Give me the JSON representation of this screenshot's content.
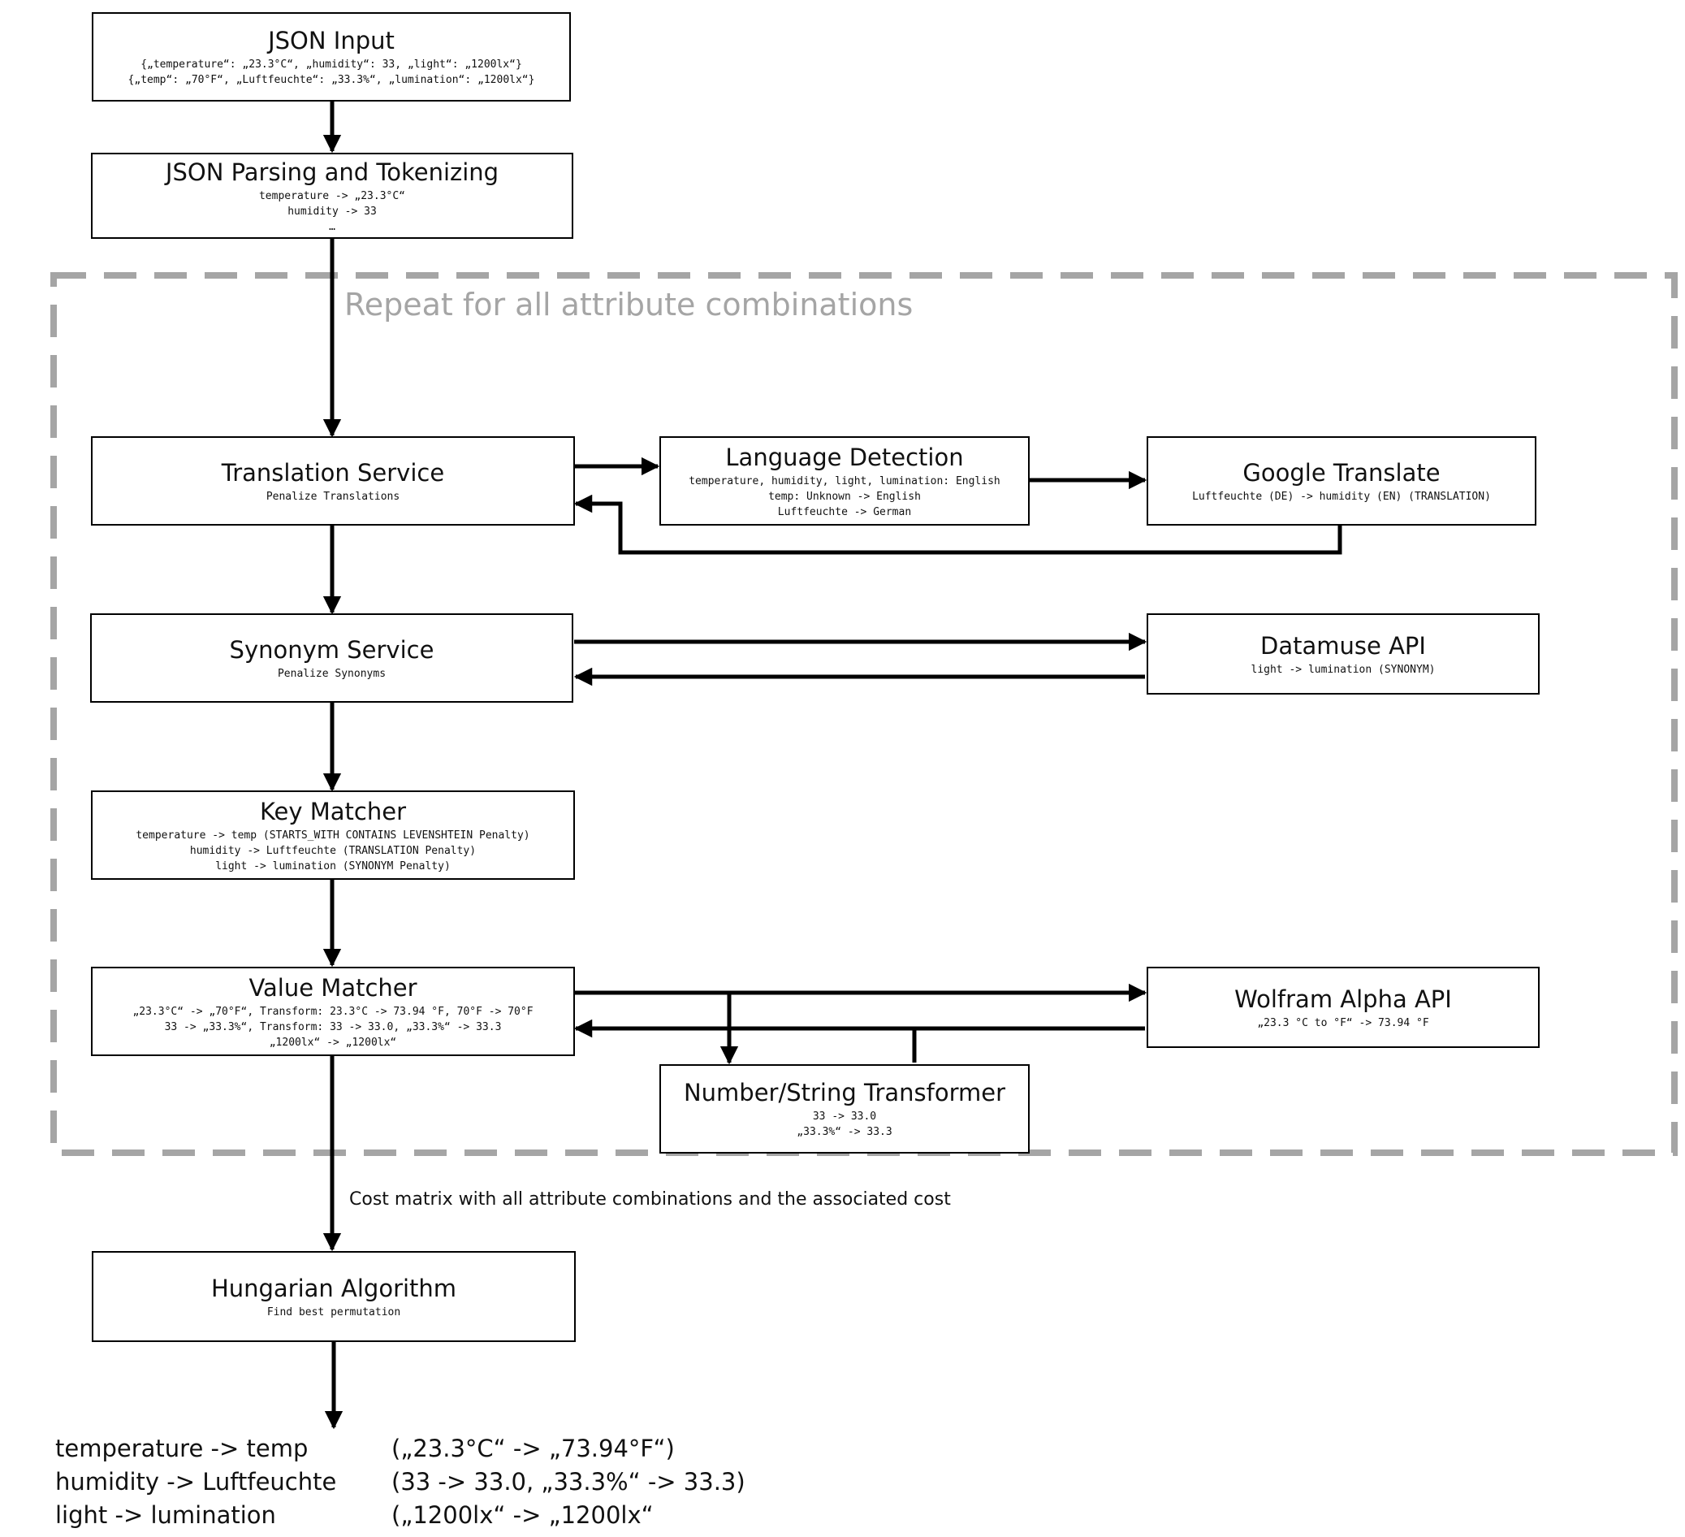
{
  "loop_label": "Repeat for all attribute combinations",
  "edge_label": "Cost matrix with all attribute combinations and the associated cost",
  "nodes": {
    "json_input": {
      "title": "JSON Input",
      "lines": [
        "{„temperature“: „23.3°C“, „humidity“: 33, „light“: „1200lx“}",
        "{„temp“: „70°F“, „Luftfeuchte“: „33.3%“, „lumination“: „1200lx“}"
      ]
    },
    "json_parsing": {
      "title": "JSON Parsing and Tokenizing",
      "lines": [
        "temperature -> „23.3°C“",
        "humidity -> 33",
        "…"
      ]
    },
    "translation_service": {
      "title": "Translation Service",
      "lines": [
        "Penalize Translations"
      ]
    },
    "language_detection": {
      "title": "Language Detection",
      "lines": [
        "temperature, humidity, light, lumination: English",
        "temp: Unknown -> English",
        "Luftfeuchte -> German"
      ]
    },
    "google_translate": {
      "title": "Google Translate",
      "lines": [
        "Luftfeuchte (DE) -> humidity (EN) (TRANSLATION)"
      ]
    },
    "synonym_service": {
      "title": "Synonym Service",
      "lines": [
        "Penalize Synonyms"
      ]
    },
    "datamuse_api": {
      "title": "Datamuse API",
      "lines": [
        "light -> lumination (SYNONYM)"
      ]
    },
    "key_matcher": {
      "title": "Key Matcher",
      "lines": [
        "temperature -> temp (STARTS_WITH CONTAINS LEVENSHTEIN Penalty)",
        "humidity -> Luftfeuchte (TRANSLATION Penalty)",
        "light -> lumination (SYNONYM Penalty)"
      ]
    },
    "value_matcher": {
      "title": "Value Matcher",
      "lines": [
        "„23.3°C“ -> „70°F“, Transform: 23.3°C -> 73.94 °F, 70°F -> 70°F",
        "33 -> „33.3%“, Transform: 33 -> 33.0, „33.3%“ -> 33.3",
        "„1200lx“ -> „1200lx“"
      ]
    },
    "wolfram_alpha": {
      "title": "Wolfram Alpha API",
      "lines": [
        "„23.3 °C to °F“ -> 73.94 °F"
      ]
    },
    "number_string_transformer": {
      "title": "Number/String Transformer",
      "lines": [
        "33 -> 33.0",
        "„33.3%“ -> 33.3"
      ]
    },
    "hungarian_algorithm": {
      "title": "Hungarian Algorithm",
      "lines": [
        "Find best permutation"
      ]
    }
  },
  "results": [
    {
      "mapping": "temperature -> temp",
      "values": "(„23.3°C“ -> „73.94°F“)"
    },
    {
      "mapping": "humidity -> Luftfeuchte",
      "values": "(33 -> 33.0, „33.3%“ -> 33.3)"
    },
    {
      "mapping": "light -> lumination",
      "values": "(„1200lx“ -> „1200lx“"
    }
  ],
  "colors": {
    "line": "#000000",
    "loop_border": "#a5a5a5",
    "loop_text": "#a5a5a5"
  }
}
